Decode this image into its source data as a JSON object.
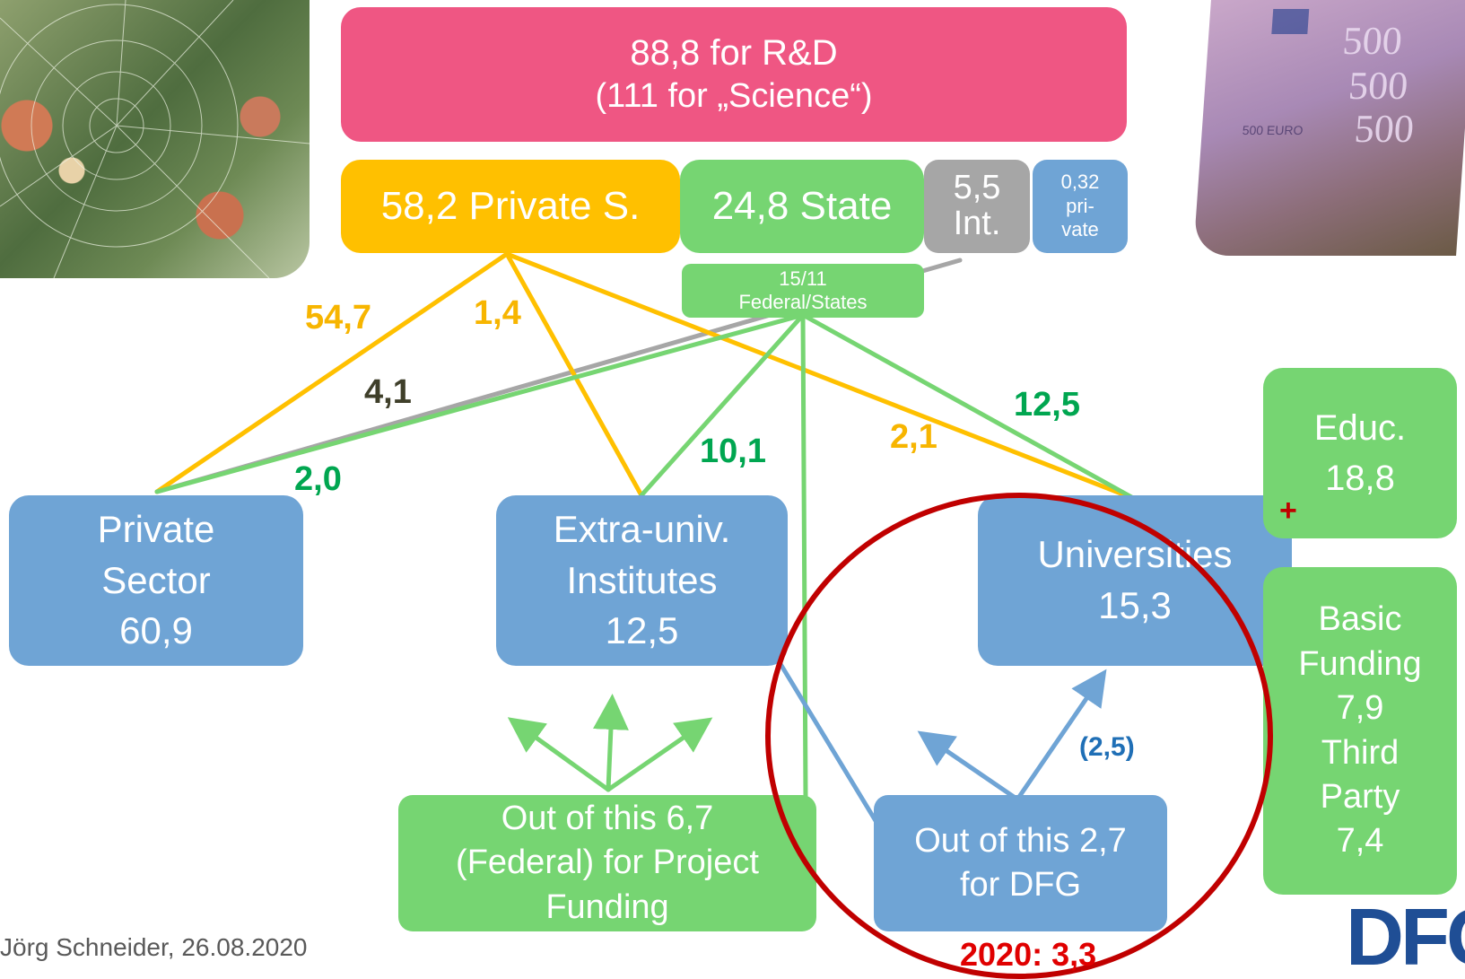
{
  "top": {
    "line1": "88,8 for R&D",
    "line2": "(111 for „Science“)"
  },
  "sources": {
    "private": "58,2 Private S.",
    "state": "24,8 State",
    "int_value": "5,5",
    "int_label": "Int.",
    "priv_value": "0,32",
    "priv_line2": "pri-",
    "priv_line3": "vate"
  },
  "federal_states": {
    "line1": "15/11",
    "line2": "Federal/States"
  },
  "flows": {
    "private_to_private": "54,7",
    "private_to_extra": "1,4",
    "intl_to_private": "4,1",
    "state_to_private": "2,0",
    "state_to_extra": "10,1",
    "private_to_univ": "2,1",
    "state_to_univ": "12,5",
    "dfg_to_univ": "(2,5)"
  },
  "recipients": {
    "private_sector": {
      "line1": "Private",
      "line2": "Sector",
      "line3": "60,9"
    },
    "extra_univ": {
      "line1": "Extra-univ.",
      "line2": "Institutes",
      "line3": "12,5"
    },
    "universities": {
      "line1": "Universities",
      "line2": "15,3"
    }
  },
  "education": {
    "line1": "Educ.",
    "line2": "18,8",
    "plus": "+"
  },
  "basic": {
    "l1": "Basic",
    "l2": "Funding",
    "l3": "7,9",
    "l4": "Third",
    "l5": "Party",
    "l6": "7,4"
  },
  "project_funding": {
    "line1": "Out of this 6,7",
    "line2": "(Federal) for Project",
    "line3": "Funding"
  },
  "dfg": {
    "line1": "Out of this 2,7",
    "line2": "for DFG",
    "year_value": "2020: 3,3"
  },
  "footer": {
    "author": "Jörg Schneider, 26.08.2020",
    "logo": "DFG"
  },
  "colors": {
    "pink": "#ef5683",
    "orange": "#ffc000",
    "green": "#76d572",
    "gray": "#a6a6a6",
    "blue": "#6fa4d5",
    "red_circle": "#c00000"
  }
}
